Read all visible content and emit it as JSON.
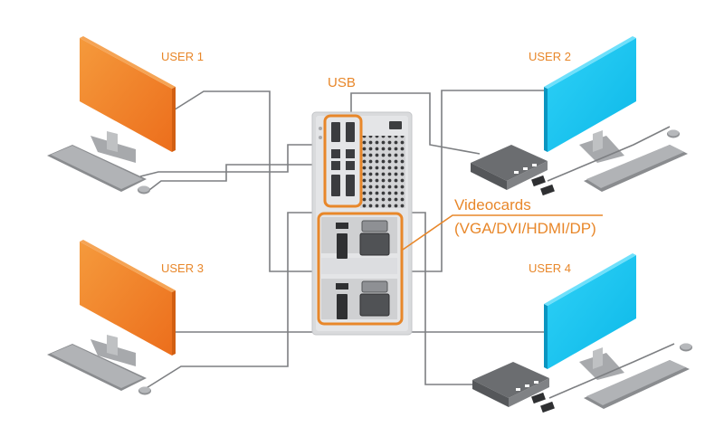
{
  "labels": {
    "user1": "USER 1",
    "user2": "USER 2",
    "user3": "USER 3",
    "user4": "USER 4",
    "usb": "USB",
    "videocards_line1": "Videocards",
    "videocards_line2": "(VGA/DVI/HDMI/DP)"
  },
  "colors": {
    "accent_orange": "#e8872a",
    "monitor_orange": "#f07b22",
    "monitor_cyan": "#19c5f0",
    "cable_gray": "#7d7f82",
    "case_gray": "#d9dadc"
  },
  "icons": {
    "monitor": "monitor-icon",
    "keyboard": "keyboard-icon",
    "mouse": "mouse-icon",
    "hub": "usb-hub-icon",
    "tower": "pc-tower-icon"
  }
}
